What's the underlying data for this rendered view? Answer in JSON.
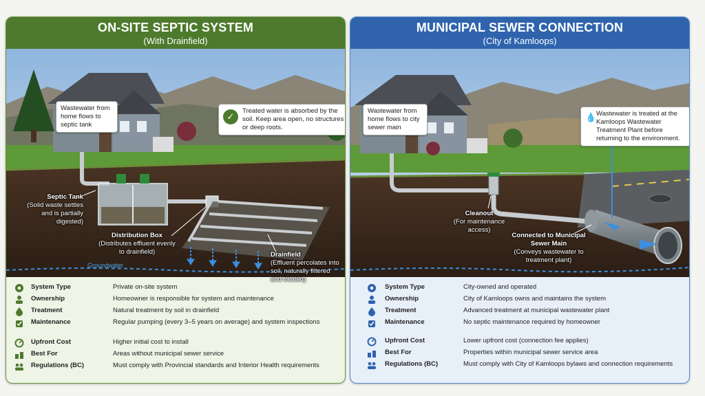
{
  "left": {
    "title": "ON-SITE SEPTIC SYSTEM",
    "subtitle": "(With Drainfield)",
    "callout_flow": "Wastewater from home flows to septic tank",
    "callout_soil": "Treated water is absorbed by the soil. Keep area open, no structures or deep roots.",
    "septic_tank_title": "Septic Tank",
    "septic_tank_desc": "(Solid waste settles and is partially digested)",
    "dbox_title": "Distribution Box",
    "dbox_desc": "(Distributes effluent evenly to drainfield)",
    "drainfield_title": "Drainfield",
    "drainfield_desc": "(Effluent percolates into soil, naturally filtered and treated)",
    "groundwater": "Groundwater",
    "rows": [
      {
        "icon": "gear-icon",
        "key": "System Type",
        "value": "Private on-site system"
      },
      {
        "icon": "person-icon",
        "key": "Ownership",
        "value": "Homeowner is responsible for system and maintenance"
      },
      {
        "icon": "droplet-icon",
        "key": "Treatment",
        "value": "Natural treatment by soil in drainfield"
      },
      {
        "icon": "wrench-icon",
        "key": "Maintenance",
        "value": "Regular pumping (every 3–5 years on average) and system inspections"
      },
      {
        "icon": "gauge-icon",
        "key": "Upfront Cost",
        "value": "Higher initial cost to install"
      },
      {
        "icon": "map-icon",
        "key": "Best For",
        "value": "Areas without municipal sewer service"
      },
      {
        "icon": "people-icon",
        "key": "Regulations (BC)",
        "value": "Must comply with Provincial standards and Interior Health requirements"
      }
    ]
  },
  "right": {
    "title": "MUNICIPAL SEWER CONNECTION",
    "subtitle": "(City of Kamloops)",
    "callout_flow": "Wastewater from home flows to city sewer main",
    "callout_plant": "Wastewater is treated at the Kamloops Wastewater Treatment Plant before returning to the environment.",
    "cleanout_title": "Cleanout",
    "cleanout_desc": "(For maintenance access)",
    "main_title": "Connected to Municipal Sewer Main",
    "main_desc": "(Conveys wastewater to treatment plant)",
    "rows": [
      {
        "icon": "gear-icon",
        "key": "System Type",
        "value": "City-owned and operated"
      },
      {
        "icon": "person-icon",
        "key": "Ownership",
        "value": "City of Kamloops owns and maintains the system"
      },
      {
        "icon": "droplet-icon",
        "key": "Treatment",
        "value": "Advanced treatment at municipal wastewater plant"
      },
      {
        "icon": "wrench-icon",
        "key": "Maintenance",
        "value": "No septic maintenance required by homeowner"
      },
      {
        "icon": "gauge-icon",
        "key": "Upfront Cost",
        "value": "Lower upfront cost (connection fee applies)"
      },
      {
        "icon": "map-icon",
        "key": "Best For",
        "value": "Properties within municipal sewer service area"
      },
      {
        "icon": "people-icon",
        "key": "Regulations (BC)",
        "value": "Must comply with City of Kamloops bylaws and connection requirements"
      }
    ]
  },
  "colors": {
    "septic_green": "#4d7a2c",
    "sewer_blue": "#2f64ad",
    "icon_green": "#4d7a2c",
    "icon_blue": "#2f64ad"
  }
}
